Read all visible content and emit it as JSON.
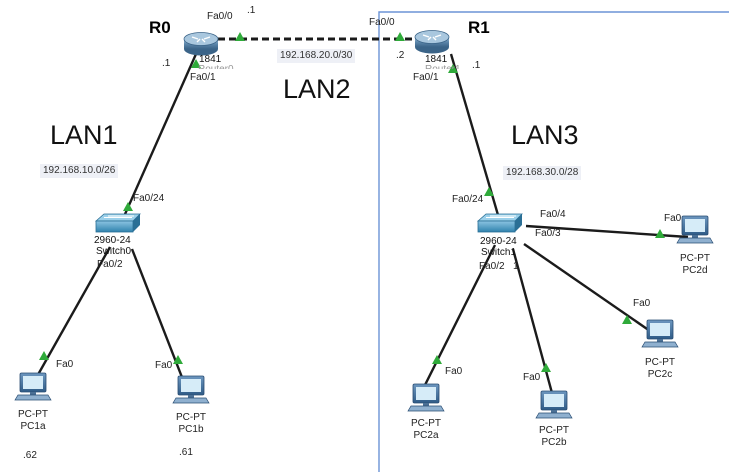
{
  "colors": {
    "link": "#1b1b1b",
    "port_up": "#2faa3a",
    "region_border": "#6b93d6",
    "router_body": "#5c86aa",
    "switch_body": "#2f82ad",
    "pc_monitor": "#3f6d99",
    "pc_screen": "#cfe6f5"
  },
  "networks": {
    "lan1": {
      "title": "LAN1",
      "subnet": "192.168.10.0/26"
    },
    "lan2": {
      "title": "LAN2",
      "subnet": "192.168.20.0/30"
    },
    "lan3": {
      "title": "LAN3",
      "subnet": "192.168.30.0/28"
    }
  },
  "routers": {
    "r0": {
      "name": "R0",
      "model": "1841",
      "hint": "Router0",
      "port_wan": "Fa0/0",
      "port_lan": "Fa0/1",
      "wan_ip": ".1",
      "lan_ip": ".1",
      "icon": "router-icon"
    },
    "r1": {
      "name": "R1",
      "model": "1841",
      "hint": "Router1",
      "port_wan": "Fa0/0",
      "port_lan": "Fa0/1",
      "wan_ip": ".2",
      "lan_ip": ".1",
      "icon": "router-icon"
    }
  },
  "switches": {
    "s0": {
      "model": "2960-24",
      "name": "Switch0",
      "port_up": "Fa0/24",
      "port_a": "Fa0/2",
      "icon": "switch-icon"
    },
    "s1": {
      "model": "2960-24",
      "name": "Switch1",
      "port_up": "Fa0/24",
      "port_a": "Fa0/2",
      "port_b": "Fa0/4",
      "port_c": "Fa0/3",
      "port_d": "1",
      "icon": "switch-icon"
    }
  },
  "pcs": {
    "pc1a": {
      "type": "PC-PT",
      "name": "PC1a",
      "port": "Fa0",
      "ip": ".62",
      "icon": "pc-icon"
    },
    "pc1b": {
      "type": "PC-PT",
      "name": "PC1b",
      "port": "Fa0",
      "ip": ".61",
      "icon": "pc-icon"
    },
    "pc2a": {
      "type": "PC-PT",
      "name": "PC2a",
      "port": "Fa0",
      "icon": "pc-icon"
    },
    "pc2b": {
      "type": "PC-PT",
      "name": "PC2b",
      "port": "Fa0",
      "icon": "pc-icon"
    },
    "pc2c": {
      "type": "PC-PT",
      "name": "PC2c",
      "port": "Fa0",
      "icon": "pc-icon"
    },
    "pc2d": {
      "type": "PC-PT",
      "name": "PC2d",
      "port": "Fa0",
      "icon": "pc-icon"
    }
  }
}
